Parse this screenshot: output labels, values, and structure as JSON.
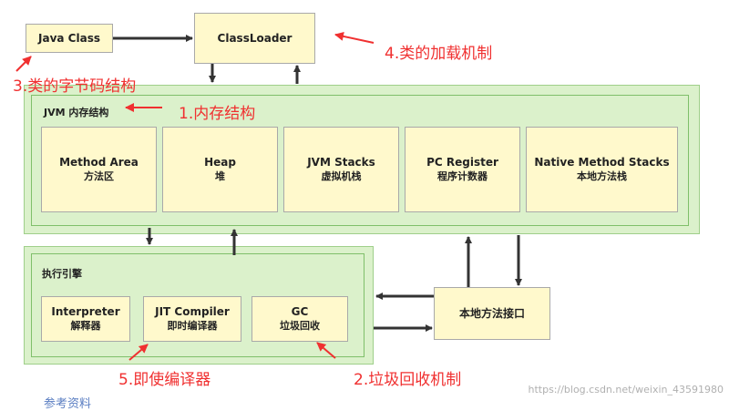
{
  "boxes": {
    "java_class": "Java Class",
    "classloader": "ClassLoader",
    "method_area": {
      "title": "Method Area",
      "sub": "方法区"
    },
    "heap": {
      "title": "Heap",
      "sub": "堆"
    },
    "jvm_stacks": {
      "title": "JVM Stacks",
      "sub": "虚拟机栈"
    },
    "pc_register": {
      "title": "PC Register",
      "sub": "程序计数器"
    },
    "native_method_stacks": {
      "title": "Native Method Stacks",
      "sub": "本地方法栈"
    },
    "interpreter": {
      "title": "Interpreter",
      "sub": "解释器"
    },
    "jit_compiler": {
      "title": "JIT Compiler",
      "sub": "即时编译器"
    },
    "gc": {
      "title": "GC",
      "sub": "垃圾回收"
    },
    "native_interface": "本地方法接口"
  },
  "regions": {
    "jvm_memory": "JVM 内存结构",
    "execution_engine": "执行引擎"
  },
  "annotations": {
    "bytecode": "3.类的字节码结构",
    "class_loading": "4.类的加载机制",
    "memory": "1.内存结构",
    "jit": "5.即使编译器",
    "gc": "2.垃圾回收机制"
  },
  "colors": {
    "annotation": "#f03030",
    "box_fill": "#fff9cc",
    "region_fill": "#dbf1cb"
  },
  "watermark": "https://blog.csdn.net/weixin_43591980",
  "footer": "参考资料"
}
